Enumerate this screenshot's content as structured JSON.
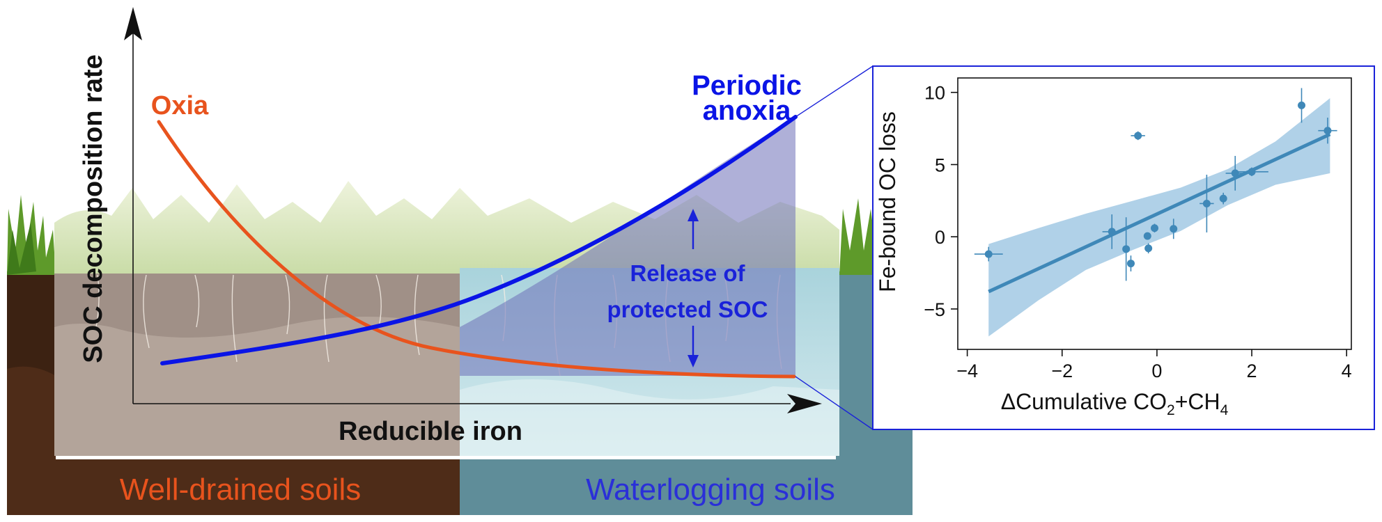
{
  "diagram": {
    "y_axis_label": "SOC decomposition rate",
    "x_axis_label": "Reducible iron",
    "oxia_label": "Oxia",
    "anoxia_label_line1": "Periodic",
    "anoxia_label_line2": "anoxia",
    "release_label_line1": "Release of",
    "release_label_line2": "protected SOC",
    "zone_left": "Well-drained soils",
    "zone_right": "Waterlogging soils",
    "colors": {
      "oxia": "#e8531d",
      "anoxia": "#0a14e6",
      "release_text": "#1a22d9",
      "zone_left_text": "#e8531d",
      "zone_right_text": "#2a2fd8",
      "left_soil": "#4e2c18",
      "right_water": "#5f8d99",
      "fit": "#3f88b8",
      "band": "#9cc6e2"
    }
  },
  "inset": {
    "ylabel": "Fe-bound OC loss",
    "xlabel_main": "ΔCumulative CO",
    "xlabel_sub1": "2",
    "xlabel_plus": "+CH",
    "xlabel_sub2": "4"
  },
  "chart_data": {
    "type": "scatter",
    "title": "",
    "xlabel": "ΔCumulative CO2+CH4",
    "ylabel": "Fe-bound OC loss",
    "xlim": [
      -4.2,
      4.1
    ],
    "ylim": [
      -7.8,
      11
    ],
    "xticks": [
      -4,
      -2,
      0,
      2,
      4
    ],
    "yticks": [
      -5,
      0,
      5,
      10
    ],
    "grid": false,
    "points": [
      {
        "x": -3.55,
        "y": -1.2,
        "xerr": 0.3,
        "yerr": 0.5
      },
      {
        "x": -0.95,
        "y": 0.35,
        "xerr": 0.2,
        "yerr": 1.2
      },
      {
        "x": -0.65,
        "y": -0.85,
        "xerr": 0.05,
        "yerr": 2.2
      },
      {
        "x": -0.55,
        "y": -1.85,
        "xerr": 0.08,
        "yerr": 0.55
      },
      {
        "x": -0.4,
        "y": 7.0,
        "xerr": 0.15,
        "yerr": 0.3
      },
      {
        "x": -0.2,
        "y": 0.05,
        "xerr": 0.05,
        "yerr": 0.25
      },
      {
        "x": -0.18,
        "y": -0.8,
        "xerr": 0.05,
        "yerr": 0.35
      },
      {
        "x": -0.05,
        "y": 0.6,
        "xerr": 0.05,
        "yerr": 0.3
      },
      {
        "x": 0.35,
        "y": 0.55,
        "xerr": 0.05,
        "yerr": 0.7
      },
      {
        "x": 1.05,
        "y": 2.3,
        "xerr": 0.15,
        "yerr": 2.0
      },
      {
        "x": 1.4,
        "y": 2.65,
        "xerr": 0.05,
        "yerr": 0.4
      },
      {
        "x": 1.65,
        "y": 4.4,
        "xerr": 0.2,
        "yerr": 1.2
      },
      {
        "x": 2.0,
        "y": 4.5,
        "xerr": 0.35,
        "yerr": 0.3
      },
      {
        "x": 3.05,
        "y": 9.1,
        "xerr": 0.05,
        "yerr": 1.2
      },
      {
        "x": 3.6,
        "y": 7.35,
        "xerr": 0.2,
        "yerr": 0.9
      }
    ],
    "fit": {
      "x": [
        -3.55,
        3.65
      ],
      "y": [
        -3.8,
        7.1
      ]
    },
    "band_upper": [
      {
        "x": -3.55,
        "y": -0.5
      },
      {
        "x": -2.5,
        "y": 0.6
      },
      {
        "x": -1.5,
        "y": 1.6
      },
      {
        "x": -0.5,
        "y": 2.5
      },
      {
        "x": 0.5,
        "y": 3.4
      },
      {
        "x": 1.5,
        "y": 4.7
      },
      {
        "x": 2.5,
        "y": 6.6
      },
      {
        "x": 3.65,
        "y": 9.6
      }
    ],
    "band_lower": [
      {
        "x": -3.55,
        "y": -6.9
      },
      {
        "x": -2.5,
        "y": -4.4
      },
      {
        "x": -1.5,
        "y": -2.3
      },
      {
        "x": -0.5,
        "y": -0.9
      },
      {
        "x": 0.5,
        "y": 0.4
      },
      {
        "x": 1.5,
        "y": 2.2
      },
      {
        "x": 2.5,
        "y": 3.6
      },
      {
        "x": 3.65,
        "y": 4.4
      }
    ]
  }
}
